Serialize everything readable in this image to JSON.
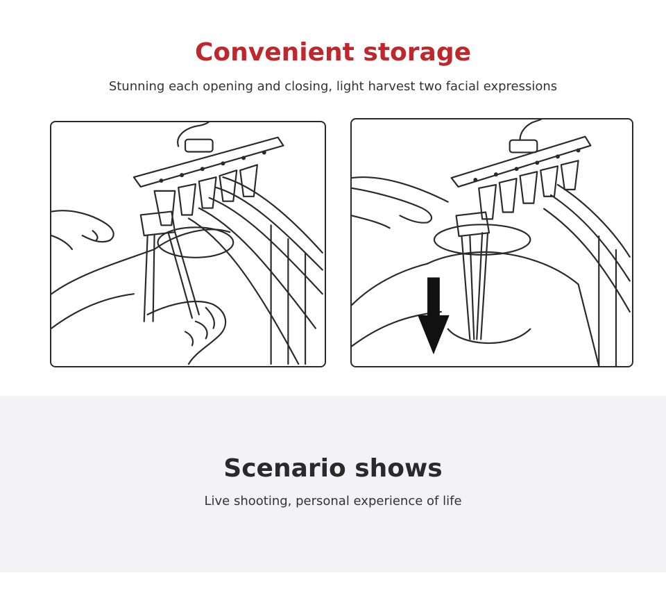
{
  "storage_section": {
    "title": "Convenient storage",
    "subtitle": "Stunning each opening and closing, light harvest two facial expressions",
    "title_color": "#c0272d"
  },
  "illustrations": {
    "left": "hand-lifting-hanger-drawing",
    "right": "hanger-folding-down-arrow-drawing"
  },
  "scenario_section": {
    "title": "Scenario shows",
    "subtitle": "Live shooting, personal experience of life",
    "background_color": "#f3f3f5"
  }
}
